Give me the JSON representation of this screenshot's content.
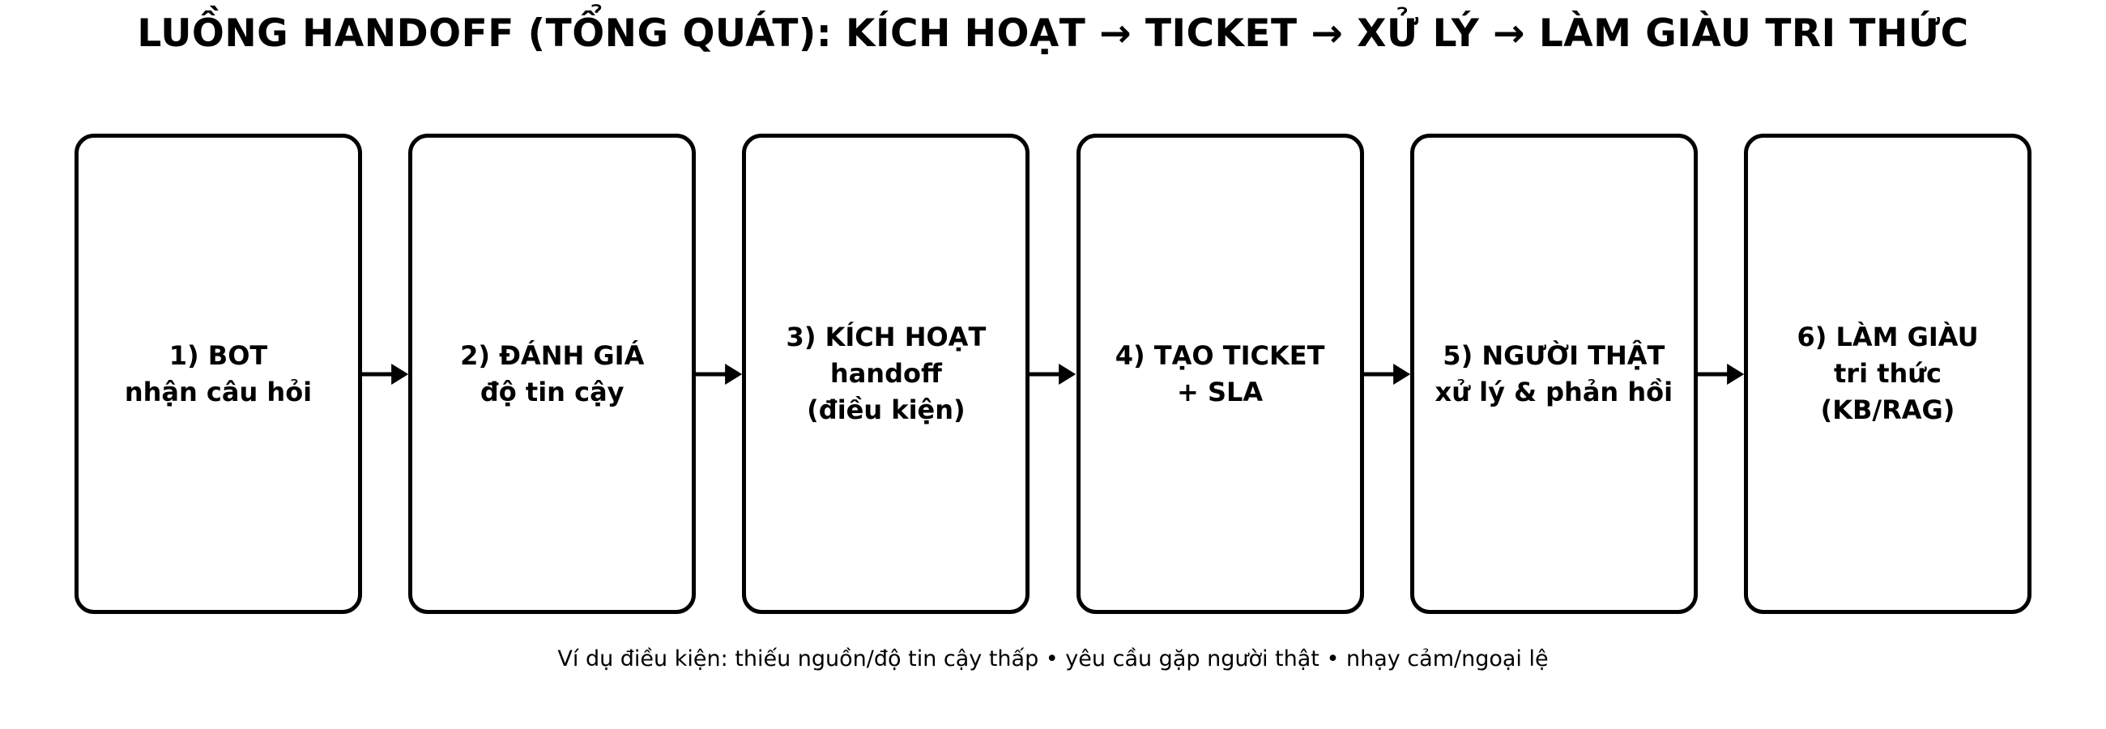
{
  "title": "LUỒNG HANDOFF (TỔNG QUÁT): KÍCH HOẠT → TICKET → XỬ LÝ → LÀM GIÀU TRI THỨC",
  "flow": {
    "steps": [
      {
        "label": "1) BOT\nnhận câu hỏi"
      },
      {
        "label": "2) ĐÁNH GIÁ\nđộ tin cậy"
      },
      {
        "label": "3) KÍCH HOẠT\nhandoff\n(điều kiện)"
      },
      {
        "label": "4) TẠO TICKET\n+ SLA"
      },
      {
        "label": "5) NGƯỜI THẬT\nxử lý & phản hồi"
      },
      {
        "label": "6) LÀM GIÀU\ntri thức\n(KB/RAG)"
      }
    ],
    "arrow_icon": "right-arrow"
  },
  "footnote": "Ví dụ điều kiện: thiếu nguồn/độ tin cậy thấp • yêu cầu gặp người thật • nhạy cảm/ngoại lệ",
  "colors": {
    "stroke": "#000000",
    "text": "#000000",
    "background": "#ffffff"
  }
}
